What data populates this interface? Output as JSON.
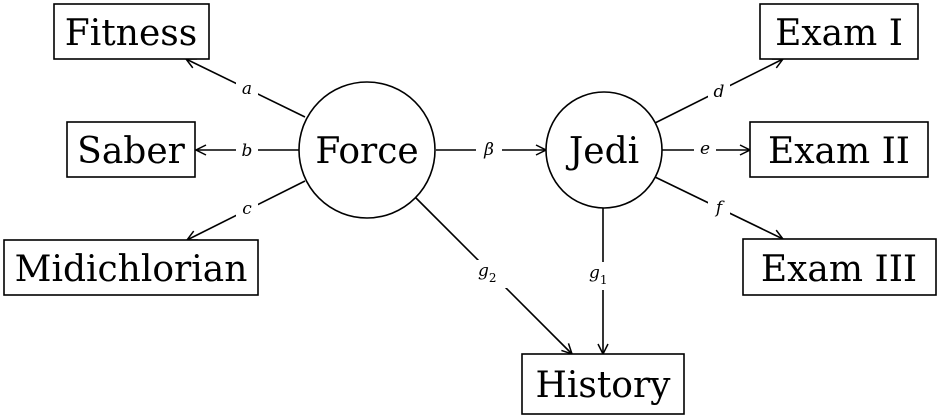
{
  "nodes": {
    "fitness": "Fitness",
    "saber": "Saber",
    "midichlorian": "Midichlorian",
    "force": "Force",
    "jedi": "Jedi",
    "exam1": "Exam I",
    "exam2": "Exam II",
    "exam3": "Exam III",
    "history": "History"
  },
  "edges": {
    "a": "a",
    "b": "b",
    "c": "c",
    "beta": "β",
    "d": "d",
    "e": "e",
    "f": "f",
    "g1_base": "g",
    "g1_sub": "1",
    "g2_base": "g",
    "g2_sub": "2"
  }
}
